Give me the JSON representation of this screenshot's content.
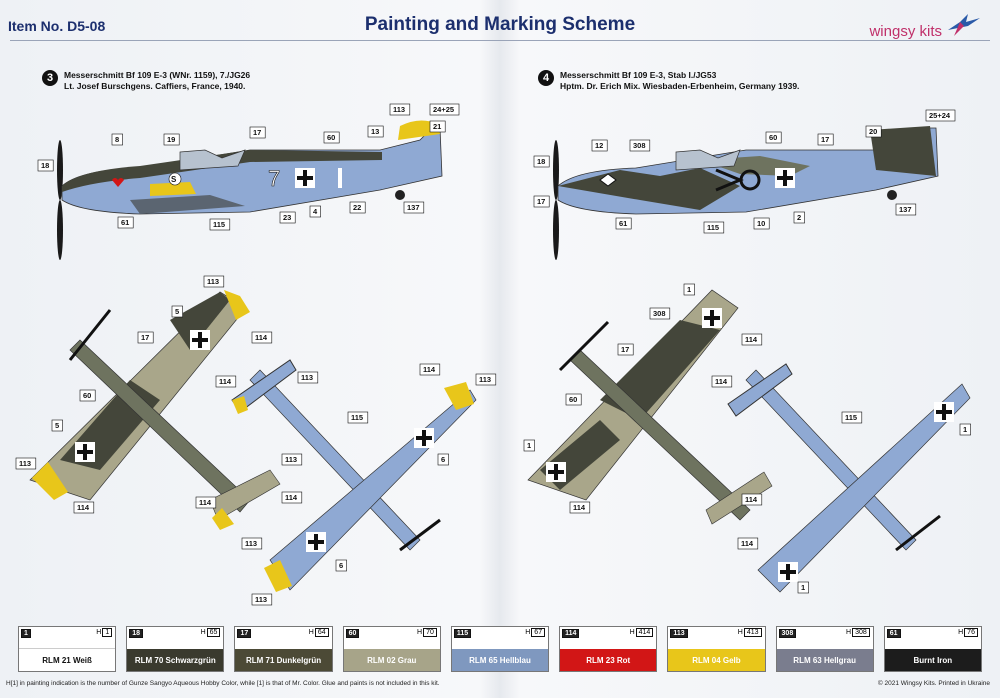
{
  "header": {
    "item_no": "Item No. D5-08",
    "title": "Painting and Marking Scheme",
    "brand": "wingsy kits"
  },
  "schemes": [
    {
      "number": "3",
      "line1": "Messerschmitt Bf 109 E-3 (WNr. 1159), 7./JG26",
      "line2": "Lt. Josef Burschgens. Caffiers, France, 1940."
    },
    {
      "number": "4",
      "line1": "Messerschmitt Bf 109 E-3, Stab I./JG53",
      "line2": "Hptm. Dr. Erich Mix. Wiesbaden-Erbenheim, Germany 1939."
    }
  ],
  "callouts": {
    "s3_side": [
      "8",
      "19",
      "13",
      "24+25",
      "21",
      "113",
      "17",
      "60",
      "18",
      "61",
      "115",
      "23",
      "4",
      "22",
      "137"
    ],
    "s4_side": [
      "12",
      "308",
      "60",
      "17",
      "20",
      "25+24",
      "18",
      "17",
      "61",
      "115",
      "10",
      "2",
      "137"
    ],
    "s3_top": [
      "113",
      "5",
      "17",
      "60",
      "5",
      "113",
      "114",
      "114",
      "113",
      "114",
      "115",
      "114",
      "113",
      "6",
      "113",
      "114",
      "114",
      "113",
      "6",
      "113"
    ],
    "s4_top": [
      "1",
      "308",
      "17",
      "60",
      "1",
      "114",
      "114",
      "114",
      "114",
      "115",
      "1",
      "114",
      "1"
    ]
  },
  "colors": [
    {
      "code": "1",
      "h": "1",
      "name": "RLM 21 Weiß",
      "hex": "#ffffff",
      "text": "#111111"
    },
    {
      "code": "18",
      "h": "65",
      "name": "RLM 70 Schwarzgrün",
      "hex": "#3a3a2e",
      "text": "#ffffff"
    },
    {
      "code": "17",
      "h": "64",
      "name": "RLM 71 Dunkelgrün",
      "hex": "#4c4a36",
      "text": "#ffffff"
    },
    {
      "code": "60",
      "h": "70",
      "name": "RLM 02 Grau",
      "hex": "#a7a489",
      "text": "#ffffff"
    },
    {
      "code": "115",
      "h": "67",
      "name": "RLM 65 Hellblau",
      "hex": "#7f98bf",
      "text": "#ffffff"
    },
    {
      "code": "114",
      "h": "414",
      "name": "RLM 23 Rot",
      "hex": "#d21616",
      "text": "#ffffff"
    },
    {
      "code": "113",
      "h": "413",
      "name": "RLM 04 Gelb",
      "hex": "#e8c61a",
      "text": "#ffffff"
    },
    {
      "code": "308",
      "h": "308",
      "name": "RLM 63 Hellgrau",
      "hex": "#7a7d8e",
      "text": "#ffffff"
    },
    {
      "code": "61",
      "h": "76",
      "name": "Burnt Iron",
      "hex": "#1c1c1c",
      "text": "#ffffff"
    }
  ],
  "footer": {
    "note": "H[1] in painting indication is the number of Gunze Sangyo Aqueous Hobby Color, while [1] is that of Mr. Color. Glue and paints is not included in this kit.",
    "copyright": "© 2021 Wingsy Kits. Printed in Ukraine"
  },
  "aircraft_markings": {
    "s3_side_number": "7",
    "s3_nose_code": "S"
  },
  "palette": {
    "lightblue": "#8fa9d3",
    "dark": "#44463a",
    "rlm02": "#a9a68a",
    "yellow": "#e8c61a",
    "title_blue": "#1c2f6e"
  }
}
